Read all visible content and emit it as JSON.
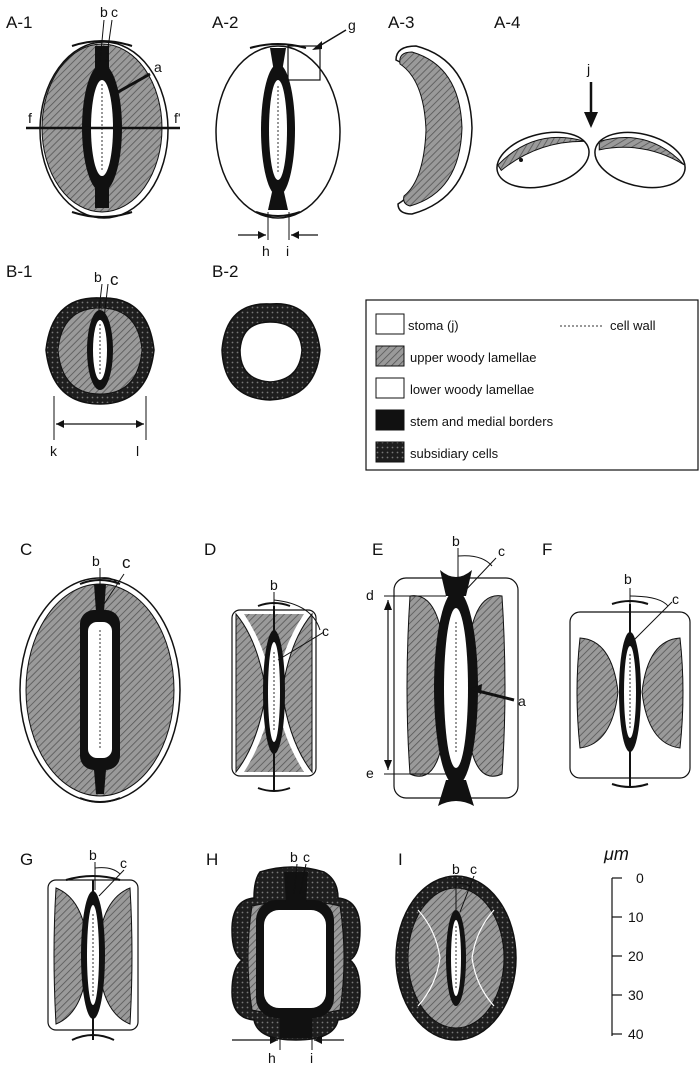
{
  "panels": {
    "a1": "A-1",
    "a2": "A-2",
    "a3": "A-3",
    "a4": "A-4",
    "b1": "B-1",
    "b2": "B-2",
    "c": "C",
    "d": "D",
    "e": "E",
    "f": "F",
    "g": "G",
    "h": "H",
    "i": "I"
  },
  "letters": {
    "a": "a",
    "b": "b",
    "c": "c",
    "d": "d",
    "e": "e",
    "f": "f",
    "f_prime": "f'",
    "g": "g",
    "h": "h",
    "i": "i",
    "j": "j",
    "k": "k",
    "l": "l"
  },
  "legend": {
    "stoma": "stoma  (j)",
    "cell_wall": "cell wall",
    "upper": "upper woody lamellae",
    "lower": "lower woody lamellae",
    "stem": "stem and medial borders",
    "subsidiary": "subsidiary cells"
  },
  "scale": {
    "unit": "μm",
    "ticks": [
      "0",
      "10",
      "20",
      "30",
      "40"
    ]
  },
  "colors": {
    "ink": "#111111",
    "upper_lamellae": "#8f8f8f",
    "subsidiary": "#2a2a2a",
    "background": "#ffffff"
  }
}
